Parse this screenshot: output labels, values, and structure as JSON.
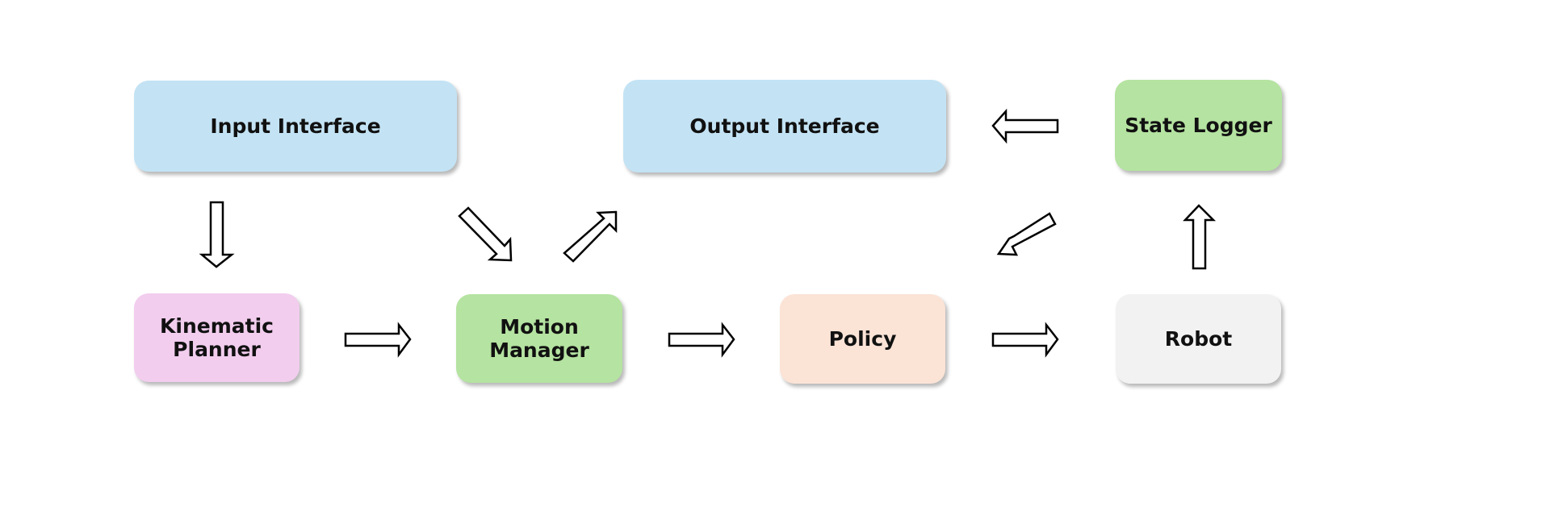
{
  "nodes": {
    "input_interface": {
      "label": "Input Interface",
      "color": "#c3e3f4"
    },
    "output_interface": {
      "label": "Output Interface",
      "color": "#c3e3f4"
    },
    "state_logger": {
      "label": "State Logger",
      "color": "#b5e3a1"
    },
    "kinematic_planner": {
      "label": "Kinematic\nPlanner",
      "color": "#f2cdee"
    },
    "motion_manager": {
      "label": "Motion\nManager",
      "color": "#b5e3a1"
    },
    "policy": {
      "label": "Policy",
      "color": "#fbe3d6"
    },
    "robot": {
      "label": "Robot",
      "color": "#f2f2f2"
    }
  },
  "edges": [
    {
      "from": "input_interface",
      "to": "kinematic_planner"
    },
    {
      "from": "input_interface",
      "to": "motion_manager"
    },
    {
      "from": "motion_manager",
      "to": "output_interface"
    },
    {
      "from": "state_logger",
      "to": "output_interface"
    },
    {
      "from": "state_logger",
      "to": "policy"
    },
    {
      "from": "robot",
      "to": "state_logger"
    },
    {
      "from": "kinematic_planner",
      "to": "motion_manager"
    },
    {
      "from": "motion_manager",
      "to": "policy"
    },
    {
      "from": "policy",
      "to": "robot"
    }
  ]
}
